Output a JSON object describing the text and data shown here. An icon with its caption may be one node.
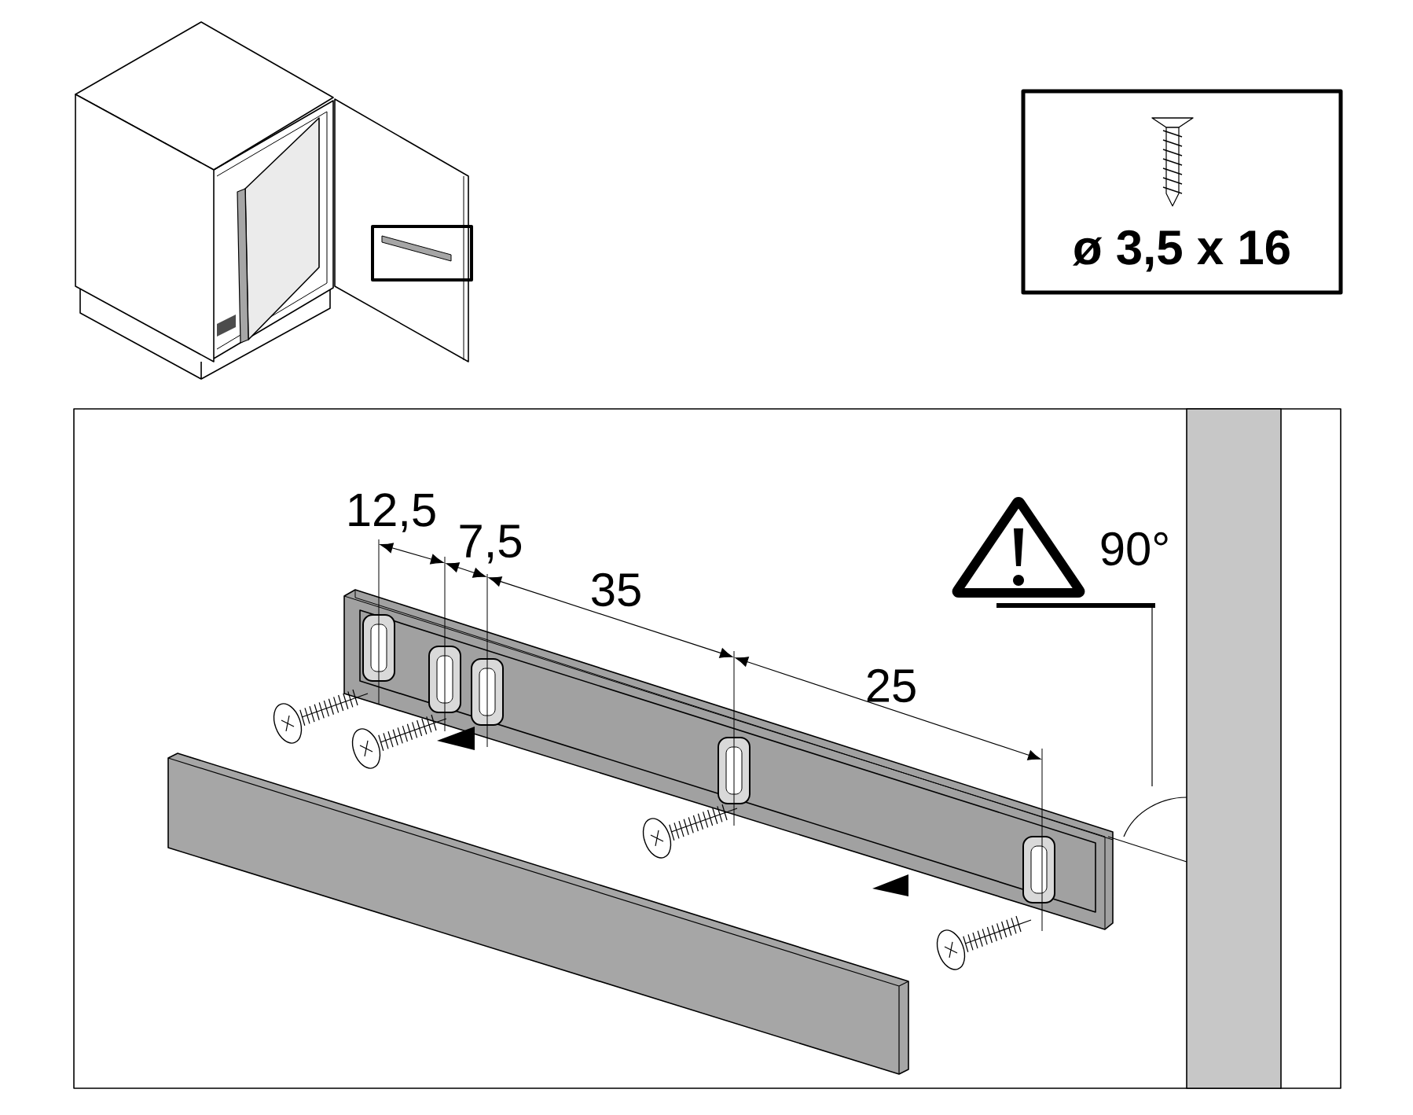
{
  "diagram": {
    "nodes": [
      {
        "text": [
          "ø 3,5 x 16"
        ]
      }
    ],
    "labels": [
      "12,5",
      "7,5",
      "35",
      "25",
      "90°"
    ]
  }
}
